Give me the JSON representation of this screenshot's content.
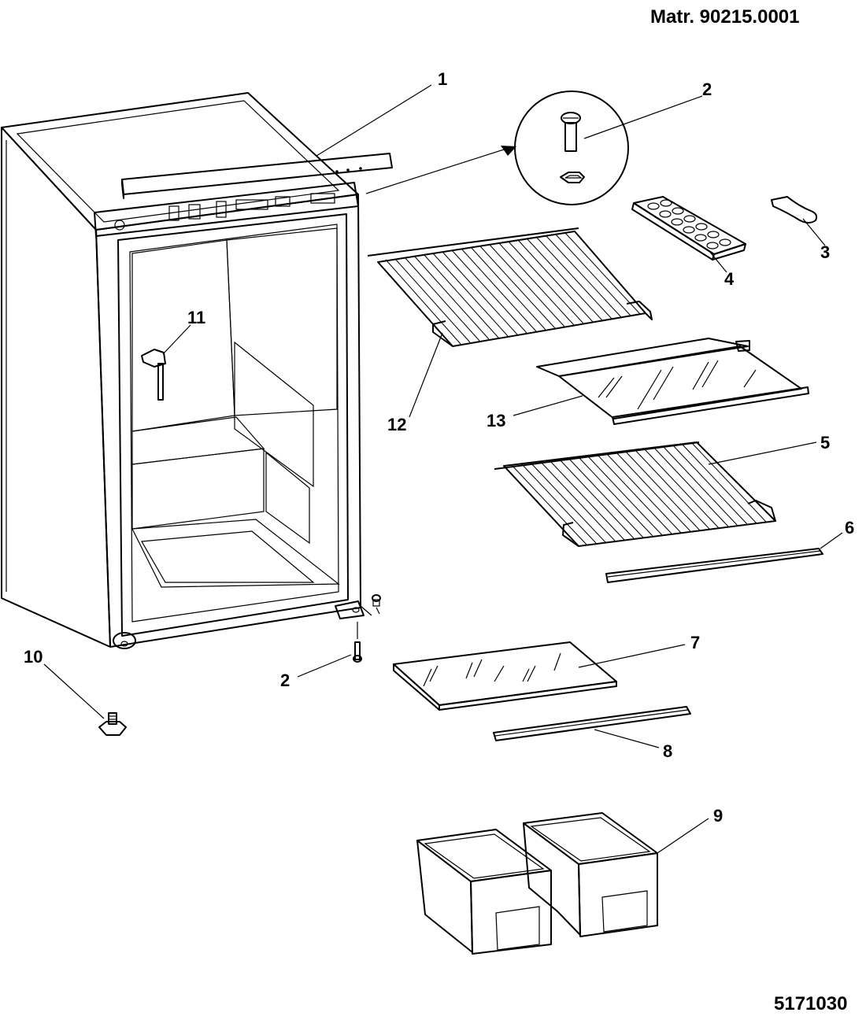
{
  "header": {
    "material_code": "Matr. 90215.0001"
  },
  "footer": {
    "drawing_number": "5171030"
  },
  "callouts": [
    "1",
    "2",
    "3",
    "4",
    "11",
    "12",
    "13",
    "5",
    "6",
    "10",
    "2",
    "7",
    "8",
    "9"
  ],
  "colors": {
    "line": "#000000",
    "fill": "#ffffff",
    "shade": "#e6e6e6"
  }
}
